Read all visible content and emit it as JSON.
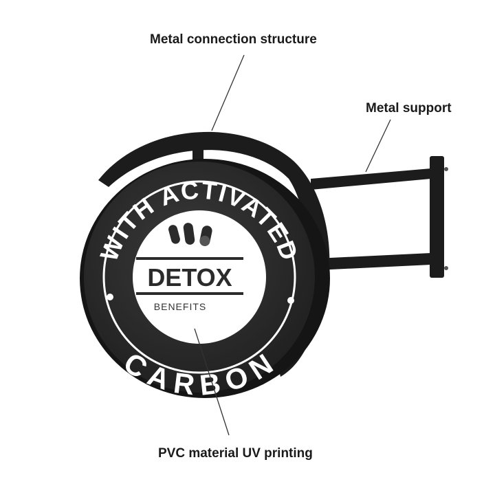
{
  "callouts": {
    "structure": "Metal connection structure",
    "support": "Metal support",
    "pvc": "PVC material UV printing"
  },
  "sign": {
    "arc_top": "WITH ACTIVATED",
    "arc_bottom": "CARBON",
    "center_title": "DETOX",
    "center_subtitle": "BENEFITS"
  },
  "colors": {
    "frame": "#1c1c1c",
    "face": "#262626",
    "center": "#ffffff",
    "ring": "#ffffff",
    "leader": "#333333"
  },
  "icons": [
    "three-pills-icon"
  ]
}
